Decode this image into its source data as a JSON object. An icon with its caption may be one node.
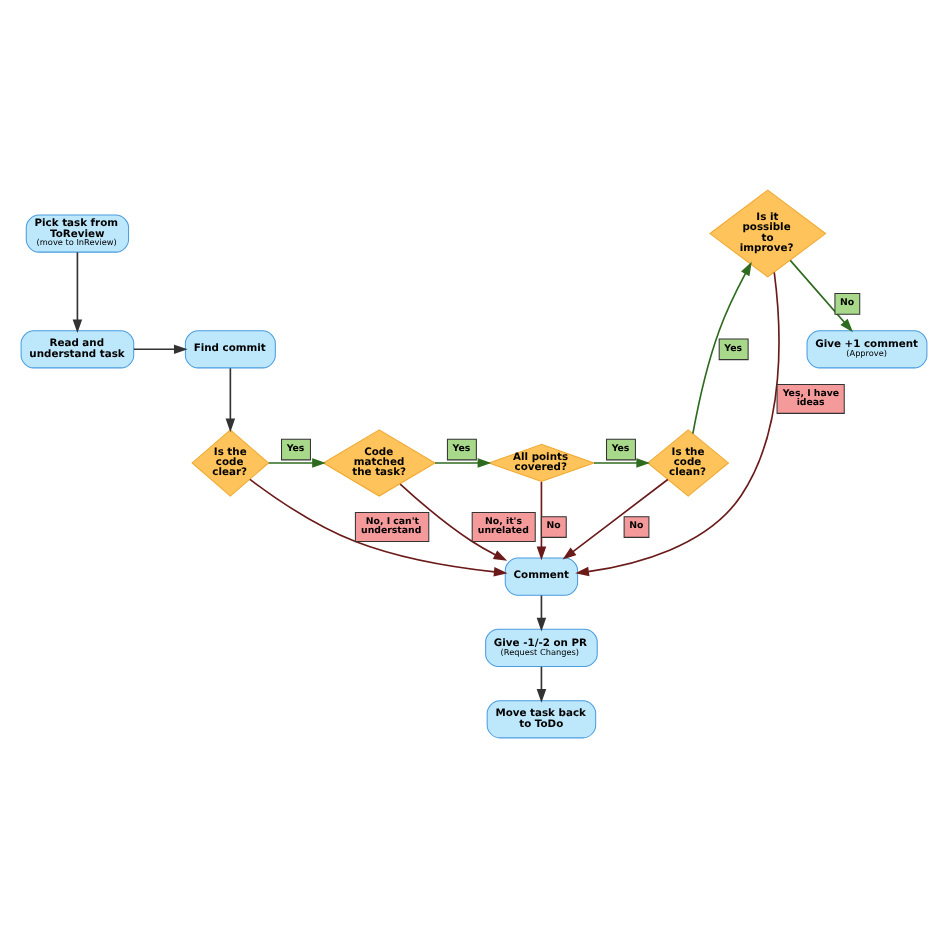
{
  "diagram": {
    "nodes": [
      {
        "text": [
          "Pick task from ToReview",
          "(move to InReview)"
        ]
      },
      {
        "text": [
          "Read and understand task"
        ]
      },
      {
        "text": [
          "Find commit"
        ]
      },
      {
        "text": [
          "Is the code clear?"
        ]
      },
      {
        "text": [
          "Code matched the task?"
        ]
      },
      {
        "text": [
          "All points covered?"
        ]
      },
      {
        "text": [
          "Is the code clean?"
        ]
      },
      {
        "text": [
          "Comment"
        ]
      },
      {
        "text": [
          "Is it possible to improve?"
        ]
      },
      {
        "text": [
          "Give -1/-2 on PR",
          "(Request Changes)"
        ]
      },
      {
        "text": [
          "Give +1 comment",
          "(Approve)"
        ]
      },
      {
        "text": [
          "Move task back to ToDo"
        ]
      }
    ],
    "edges": [
      {
        "from": 0,
        "to": 1,
        "arrow": "to"
      },
      {
        "from": 1,
        "to": 2,
        "arrow": "to"
      },
      {
        "from": 2,
        "to": 3,
        "arrow": "to"
      },
      {
        "from": 3,
        "to": 4,
        "arrow": "to",
        "label": "Yes",
        "color": "#2e6b1f"
      },
      {
        "from": 4,
        "to": 5,
        "arrow": "to",
        "label": "Yes",
        "color": "#2e6b1f"
      },
      {
        "from": 5,
        "to": 6,
        "arrow": "to",
        "label": "Yes",
        "color": "#2e6b1f"
      },
      {
        "from": 6,
        "to": 8,
        "arrow": "to",
        "label": "Yes",
        "color": "#2e6b1f"
      },
      {
        "from": 3,
        "to": 7,
        "arrow": "to",
        "label": "No, I can't understand",
        "color": "#6b1a1a"
      },
      {
        "from": 4,
        "to": 7,
        "arrow": "to",
        "label": "No, it's unrelated",
        "color": "#6b1a1a"
      },
      {
        "from": 5,
        "to": 7,
        "arrow": "to",
        "label": "No",
        "color": "#6b1a1a"
      },
      {
        "from": 6,
        "to": 7,
        "arrow": "to",
        "label": "No",
        "color": "#6b1a1a"
      },
      {
        "from": 8,
        "to": 7,
        "arrow": "to",
        "label": "Yes, I have ideas",
        "color": "#6b1a1a"
      },
      {
        "from": 8,
        "to": 10,
        "arrow": "to",
        "label": "No",
        "color": "#2e6b1f"
      },
      {
        "from": 7,
        "to": 9,
        "arrow": "to"
      },
      {
        "from": 9,
        "to": 11,
        "arrow": "to"
      }
    ]
  }
}
